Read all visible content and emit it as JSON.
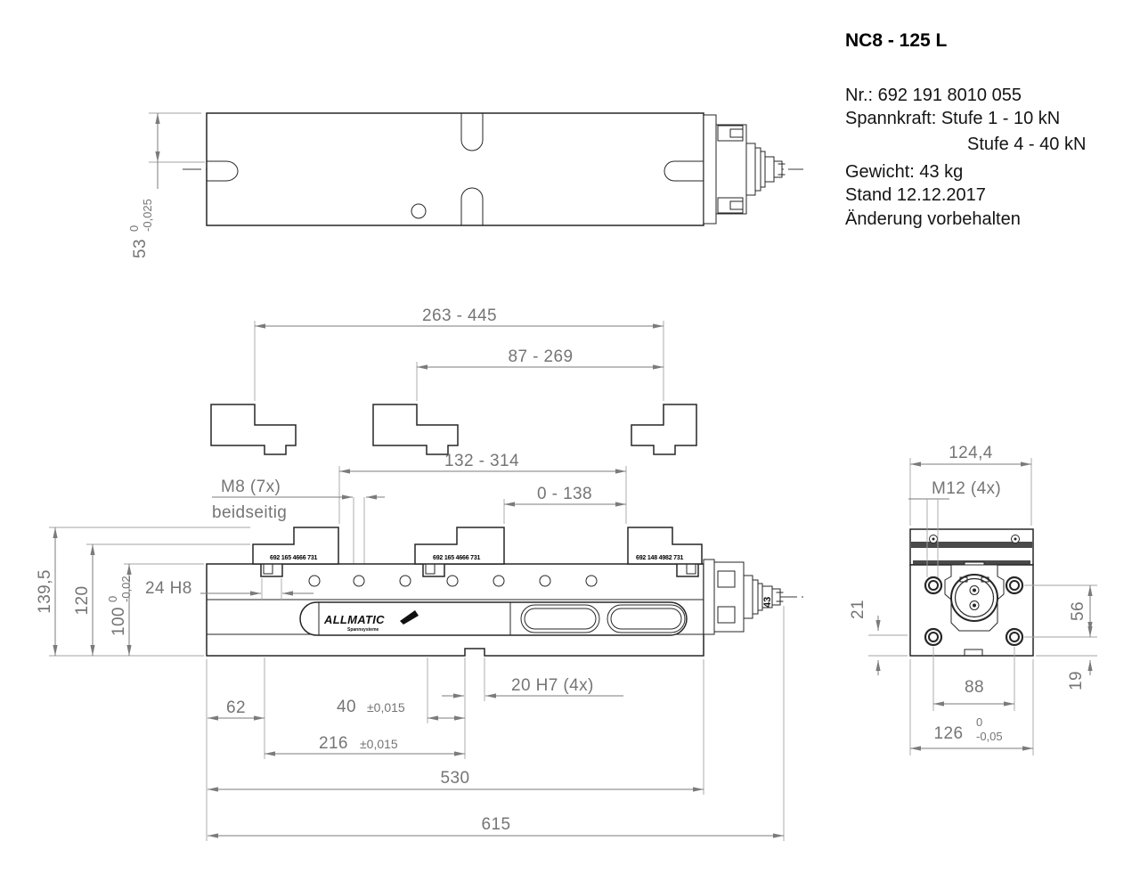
{
  "title_block": {
    "title": "NC8 - 125 L",
    "lines": [
      "Nr.: 692 191 8010 055",
      "Spannkraft: Stufe 1 - 10 kN",
      "Stufe 4 - 40 kN",
      "Gewicht: 43 kg",
      "Stand 12.12.2017",
      "Änderung vorbehalten"
    ]
  },
  "logo": {
    "brand": "ALLMATIC",
    "subtitle": "Spannsysteme"
  },
  "jaw_stamps": {
    "left": "692 165 4666 731",
    "middle": "692 165 4666 731",
    "right": "692 148 4982 731"
  },
  "dimensions": {
    "top_view_height": {
      "value": "53",
      "tol_upper": "0",
      "tol_lower": "-0,025"
    },
    "loose_jaw_span_outer": "263 - 445",
    "loose_jaw_span_inner": "87 - 269",
    "clamping_range_outer": "132 - 314",
    "clamping_range_inner": "0 - 138",
    "thread_label": "M8 (7x)",
    "thread_note": "beidseitig",
    "guide_slot": "24 H8",
    "height_total": "139,5",
    "height_step": "120",
    "height_body": {
      "value": "100",
      "tol_upper": "0",
      "tol_lower": "-0,02"
    },
    "key_slot_label": "20 H7 (4x)",
    "offset_left": "62",
    "key_spacing": {
      "value": "40",
      "tol": "±0,015"
    },
    "key_position": {
      "value": "216",
      "tol": "±0,015"
    },
    "body_length": "530",
    "total_length": "615",
    "end_top_width": "124,4",
    "end_thread_label": "M12 (4x)",
    "end_hole_span_vertical": "56",
    "end_hole_bottom_offset": "19",
    "end_hole_span_horizontal": "88",
    "end_width": {
      "value": "126",
      "tol_upper": "0",
      "tol_lower": "-0,05"
    },
    "end_left_offset": "21",
    "spindle_size": "43"
  },
  "colors": {
    "line": "#262626",
    "dimension": "#757575",
    "background": "#ffffff"
  }
}
